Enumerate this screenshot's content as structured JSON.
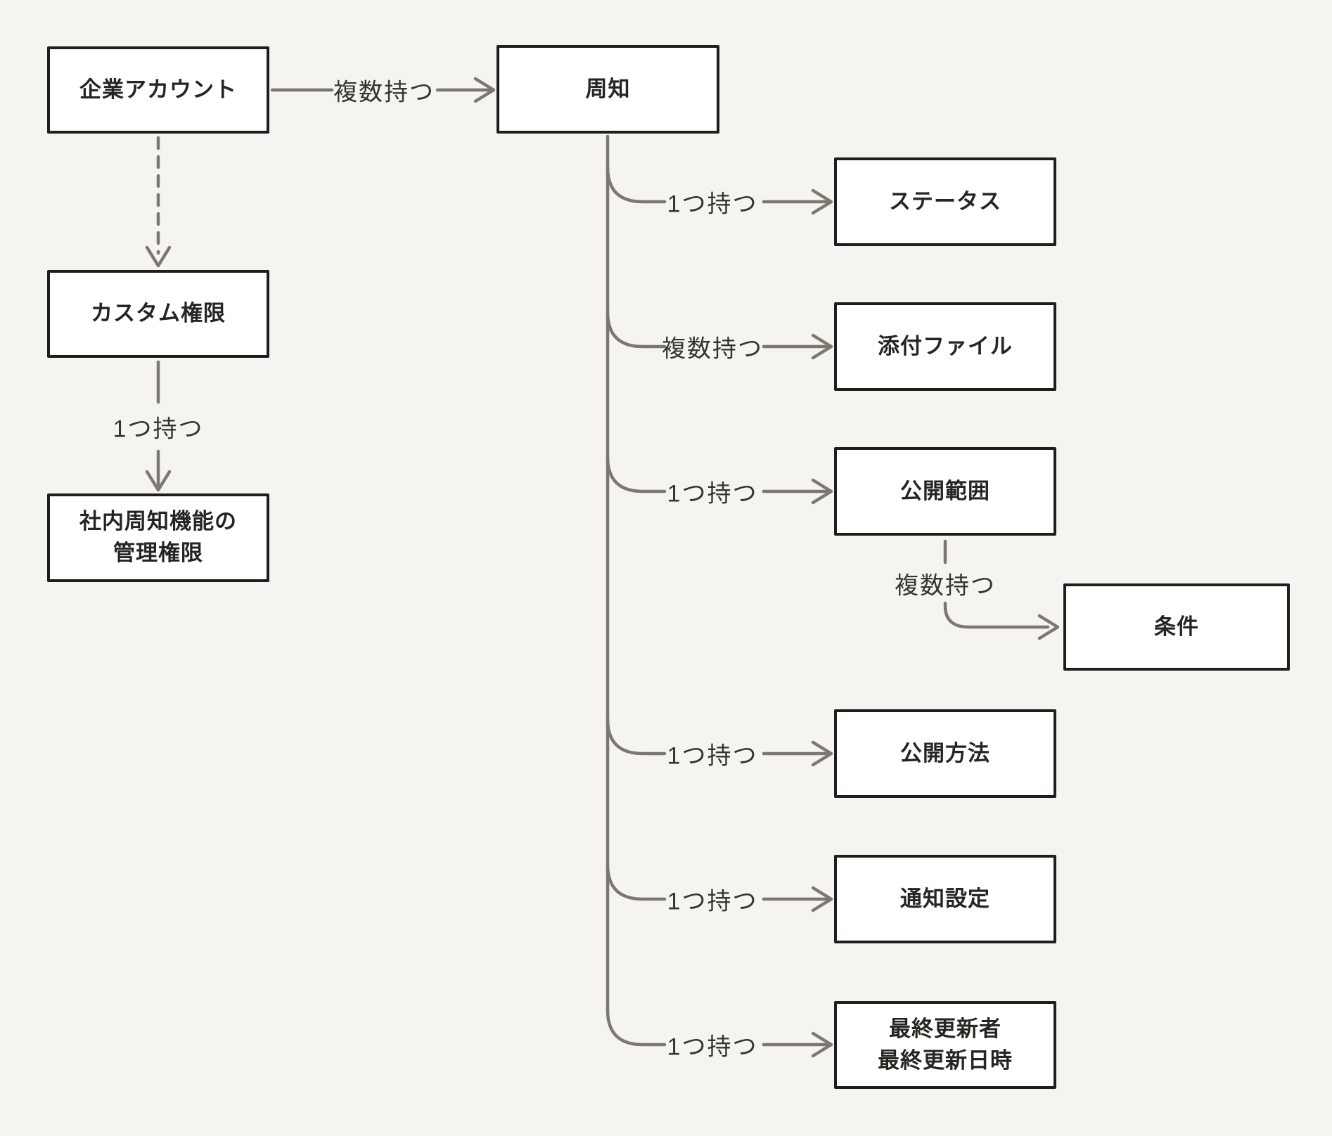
{
  "diagram_type": "entity-relationship-flow",
  "colors": {
    "background": "#f5f4f1",
    "box_fill": "#ffffff",
    "box_border": "#201e1a",
    "box_text": "#272521",
    "connector": "#7b786f",
    "label_text": "#36342e"
  },
  "nodes": [
    {
      "id": "corporate-account",
      "label": "企業アカウント"
    },
    {
      "id": "announcement",
      "label": "周知"
    },
    {
      "id": "custom-permission",
      "label": "カスタム権限"
    },
    {
      "id": "internal-announcement-admin-permission",
      "label": "社内周知機能の\n管理権限"
    },
    {
      "id": "status",
      "label": "ステータス"
    },
    {
      "id": "attachments",
      "label": "添付ファイル"
    },
    {
      "id": "publish-scope",
      "label": "公開範囲"
    },
    {
      "id": "condition",
      "label": "条件"
    },
    {
      "id": "publish-method",
      "label": "公開方法"
    },
    {
      "id": "notification-settings",
      "label": "通知設定"
    },
    {
      "id": "last-updated",
      "label": "最終更新者\n最終更新日時"
    }
  ],
  "edges": [
    {
      "from": "corporate-account",
      "to": "announcement",
      "label": "複数持つ",
      "style": "solid-arrow"
    },
    {
      "from": "corporate-account",
      "to": "custom-permission",
      "label": "",
      "style": "dashed-arrow"
    },
    {
      "from": "custom-permission",
      "to": "internal-announcement-admin-permission",
      "label": "1つ持つ",
      "style": "solid-arrow"
    },
    {
      "from": "announcement",
      "to": "status",
      "label": "1つ持つ",
      "style": "solid-arrow"
    },
    {
      "from": "announcement",
      "to": "attachments",
      "label": "複数持つ",
      "style": "solid-arrow"
    },
    {
      "from": "announcement",
      "to": "publish-scope",
      "label": "1つ持つ",
      "style": "solid-arrow"
    },
    {
      "from": "publish-scope",
      "to": "condition",
      "label": "複数持つ",
      "style": "solid-arrow"
    },
    {
      "from": "announcement",
      "to": "publish-method",
      "label": "1つ持つ",
      "style": "solid-arrow"
    },
    {
      "from": "announcement",
      "to": "notification-settings",
      "label": "1つ持つ",
      "style": "solid-arrow"
    },
    {
      "from": "announcement",
      "to": "last-updated",
      "label": "1つ持つ",
      "style": "solid-arrow"
    }
  ]
}
